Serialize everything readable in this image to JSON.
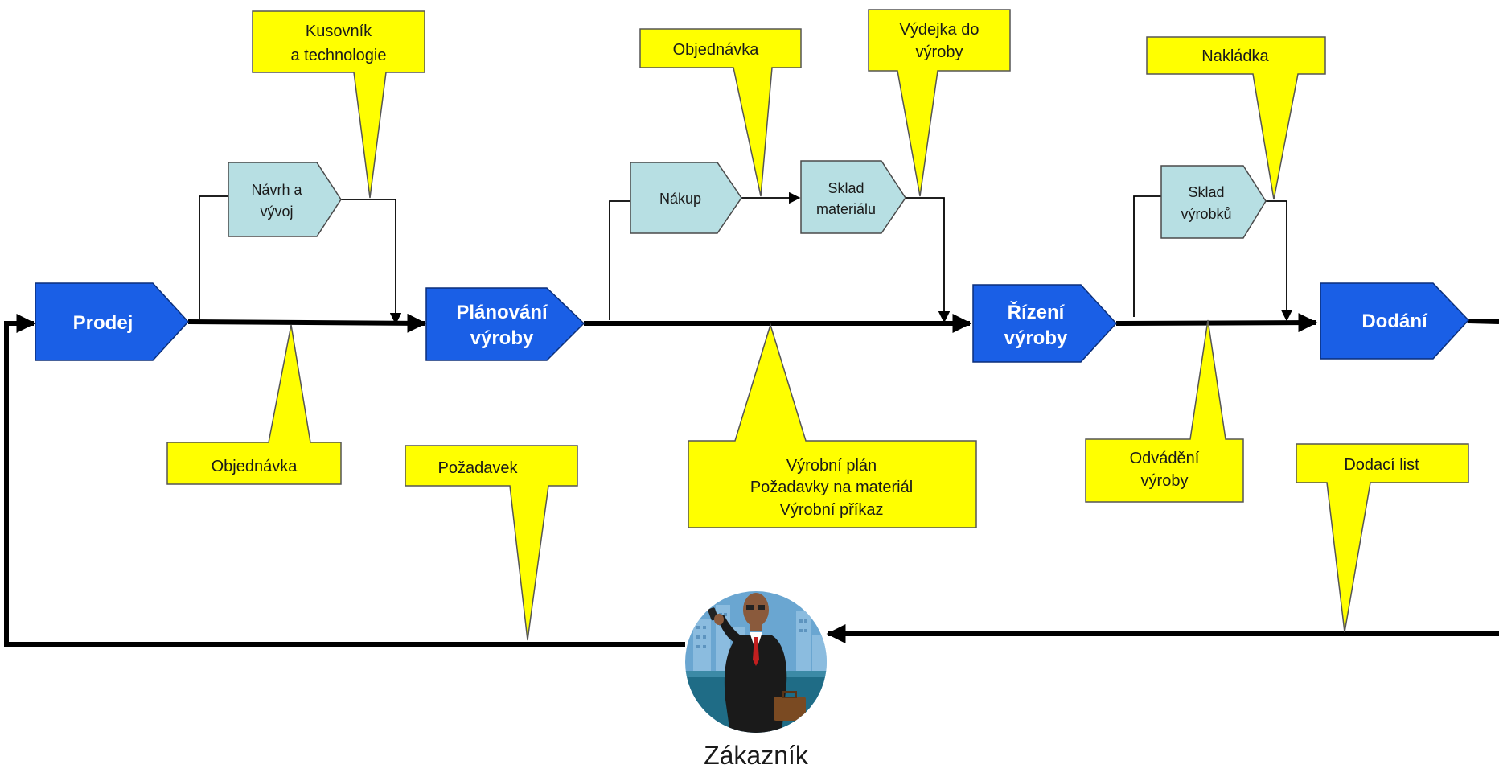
{
  "main_steps": {
    "prodej": "Prodej",
    "planovani_1": "Plánování",
    "planovani_2": "výroby",
    "rizeni_1": "Řízení",
    "rizeni_2": "výroby",
    "dodani": "Dodání"
  },
  "sub_steps": {
    "navrh_1": "Návrh a",
    "navrh_2": "vývoj",
    "nakup": "Nákup",
    "sklad_mat_1": "Sklad",
    "sklad_mat_2": "materiálu",
    "sklad_vyr_1": "Sklad",
    "sklad_vyr_2": "výrobků"
  },
  "callouts": {
    "kusovnik_1": "Kusovník",
    "kusovnik_2": "a technologie",
    "objednavka_top": "Objednávka",
    "vydejka_1": "Výdejka do",
    "vydejka_2": "výroby",
    "nakladka": "Nakládka",
    "objednavka_bottom": "Objednávka",
    "pozadavek": "Požadavek",
    "vyrobni_plan": "Výrobní plán",
    "pozadavky_mat": "Požadavky na materiál",
    "vyrobni_prikaz": "Výrobní příkaz",
    "odvadeni_1": "Odvádění",
    "odvadeni_2": "výroby",
    "dodaci_list": "Dodací list"
  },
  "customer": {
    "label": "Zákazník"
  },
  "colors": {
    "main_step": "#1a5fe6",
    "sub_step": "#b7dfe3",
    "callout": "#ffff00",
    "flow_line": "#000000"
  }
}
